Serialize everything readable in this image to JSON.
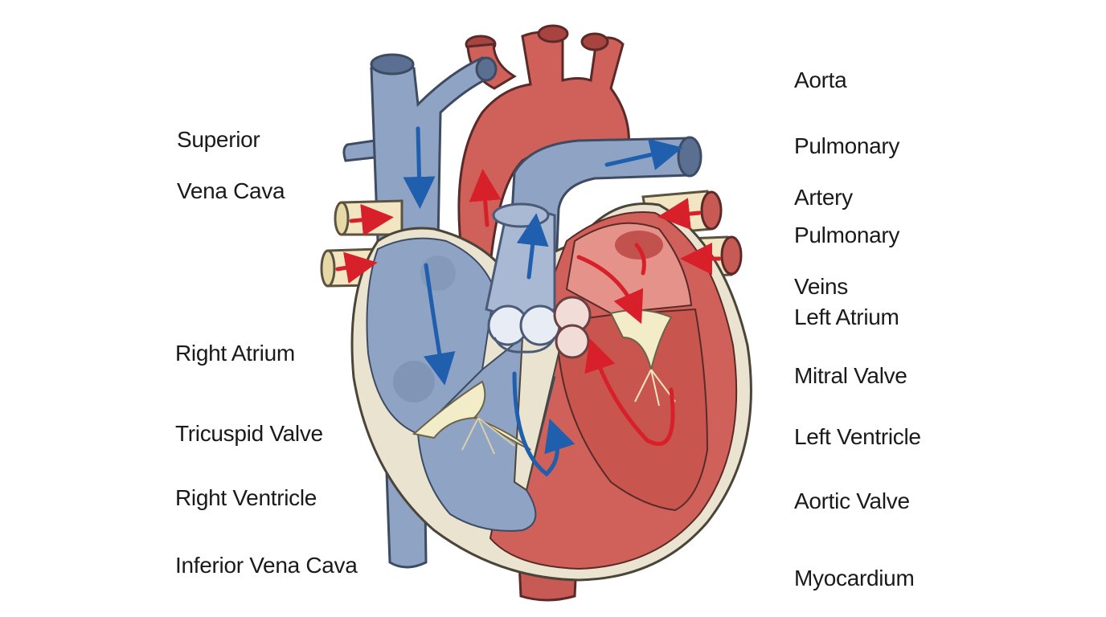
{
  "labels_left": [
    {
      "id": "superior-vena-cava",
      "lines": [
        "Superior",
        "Vena Cava"
      ]
    },
    {
      "id": "right-atrium",
      "lines": [
        "Right Atrium"
      ]
    },
    {
      "id": "tricuspid-valve",
      "lines": [
        "Tricuspid Valve"
      ]
    },
    {
      "id": "right-ventricle",
      "lines": [
        "Right Ventricle"
      ]
    },
    {
      "id": "inferior-vena-cava",
      "lines": [
        "Inferior Vena Cava"
      ]
    }
  ],
  "labels_right": [
    {
      "id": "aorta",
      "lines": [
        "Aorta"
      ]
    },
    {
      "id": "pulmonary-artery",
      "lines": [
        "Pulmonary",
        "Artery"
      ]
    },
    {
      "id": "pulmonary-veins",
      "lines": [
        "Pulmonary",
        "Veins"
      ]
    },
    {
      "id": "left-atrium",
      "lines": [
        "Left Atrium"
      ]
    },
    {
      "id": "mitral-valve",
      "lines": [
        "Mitral Valve"
      ]
    },
    {
      "id": "left-ventricle",
      "lines": [
        "Left Ventricle"
      ]
    },
    {
      "id": "aortic-valve",
      "lines": [
        "Aortic Valve"
      ]
    },
    {
      "id": "myocardium",
      "lines": [
        "Myocardium"
      ]
    }
  ],
  "colors": {
    "deoxygenated": "#8fa3c4",
    "oxygenated": "#d0605a",
    "flow_blue": "#1f5fae",
    "flow_red": "#d8202a",
    "vein_tan": "#f2e6c2",
    "wall": "#e9e3cf"
  }
}
